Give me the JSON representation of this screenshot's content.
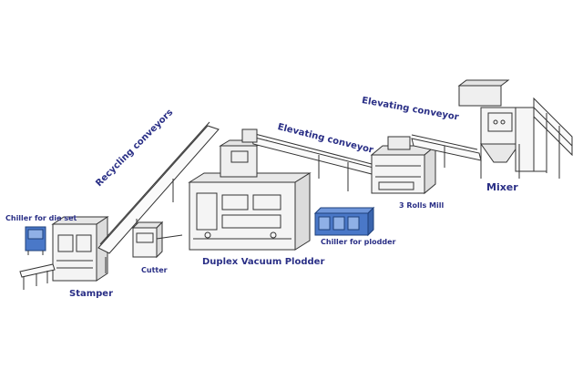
{
  "labels": {
    "chiller_die_set": "Chiller for die set",
    "recycling_conveyors": "Recycling conveyors",
    "stamper": "Stamper",
    "cutter": "Cutter",
    "duplex_vacuum_plodder": "Duplex Vacuum Plodder",
    "chiller_plodder": "Chiller for plodder",
    "elevating_conveyor_1": "Elevating conveyor",
    "elevating_conveyor_2": "Elevating conveyor",
    "three_rolls_mill": "3 Rolls Mill",
    "mixer": "Mixer"
  },
  "colors": {
    "line": "#333333",
    "machine_fill": "#f4f4f4",
    "chiller_blue": "#4a78c8",
    "label": "#2a2f86"
  }
}
